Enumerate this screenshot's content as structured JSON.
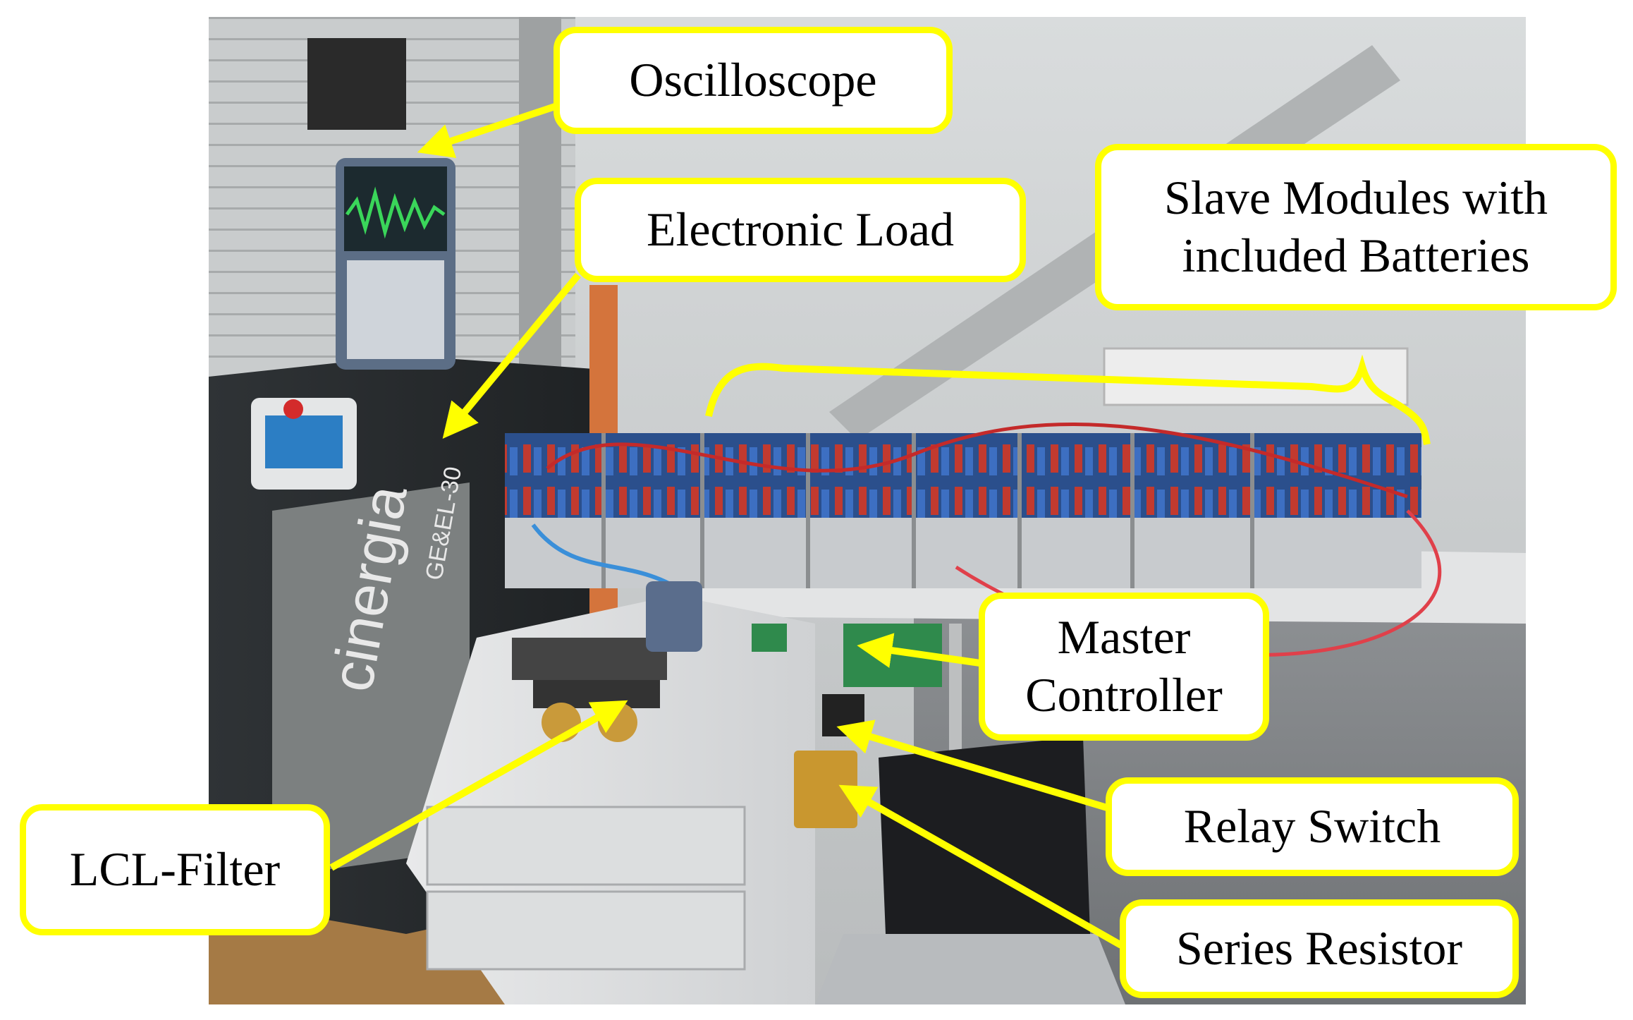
{
  "figure": {
    "labels": {
      "oscilloscope": "Oscilloscope",
      "electronic_load": "Electronic Load",
      "slave_modules": "Slave Modules with\nincluded Batteries",
      "master_controller": "Master\nController",
      "relay_switch": "Relay Switch",
      "series_resistor": "Series Resistor",
      "lcl_filter": "LCL-Filter"
    },
    "equipment_markings": {
      "brand": "cinergia",
      "model": "GE&EL-30"
    },
    "colors": {
      "label_border": "#ffff00",
      "arrow": "#ffff00",
      "label_fill": "#ffffff",
      "text": "#000000"
    }
  }
}
